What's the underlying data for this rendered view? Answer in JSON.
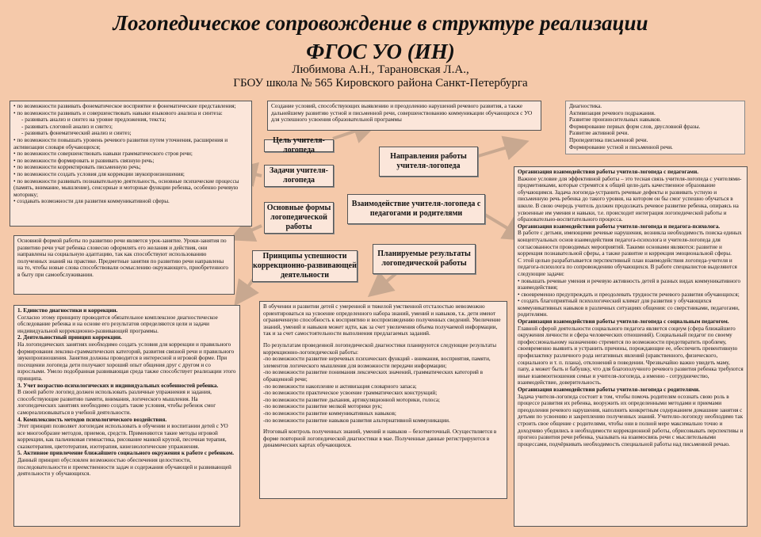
{
  "header": {
    "title_line1": "Логопедическое сопровождение в структуре реализации",
    "title_line2": "ФГОС УО (ИН)",
    "authors": "Любимова А.Н., Тарановская Л.А.,",
    "school": "ГБОУ школа № 565 Кировского района Санкт-Петербурга"
  },
  "labels": {
    "goal": "Цель учителя-логопеда",
    "tasks": "Задачи учителя-логопеда",
    "forms": "Основные формы логопедической работы",
    "principles": "Принципы успешности коррекционно-развивающей деятельности",
    "directions": "Направления работы учителя-логопеда",
    "interaction": "Взаимодействие учителя-логопеда с педагогами и родителями",
    "results": "Планируемые результаты логопедической работы"
  },
  "tasks_box": [
    {
      "t": "по возможности развивать фонематическое восприятие и фонематические представления;",
      "c": "bul"
    },
    {
      "t": "по возможности развивать и совершенствовать навыки языкового анализа и синтеза:",
      "c": "bul"
    },
    {
      "t": "- развивать анализ и синтез на уровне предложения, текста;",
      "c": "ind"
    },
    {
      "t": "- развивать слоговой анализ и синтез;",
      "c": "ind"
    },
    {
      "t": "- развивать фонематический анализ и синтез;",
      "c": "ind"
    },
    {
      "t": "по возможности повышать уровень речевого развития путем уточнения, расширения и активизации словаря обучающихся;",
      "c": "bul"
    },
    {
      "t": "по возможности совершенствовать навыки грамматического строя речи;",
      "c": "bul"
    },
    {
      "t": "по возможности формировать и развивать связную речь;",
      "c": "bul"
    },
    {
      "t": "по возможности корректировать письменную речь;",
      "c": "bul"
    },
    {
      "t": "по возможности создать условия для коррекции звукопроизношения;",
      "c": "bul"
    },
    {
      "t": "по возможности развивать познавательную деятельность, основные психические процессы (память, внимание, мышление), сенсорные и моторные функции ребенка, особенно речевую моторику;",
      "c": "bul"
    },
    {
      "t": "создавать возможности для развития коммуникативной сферы.",
      "c": "bul"
    }
  ],
  "goal_box": "Создание условий, способствующих выявлению и преодолению нарушений речевого развития, а также дальнейшему развитию устной и письменной речи, совершенствованию коммуникации обучающихся с УО для успешного усвоения образовательной программы",
  "directions_box": [
    "Диагностика.",
    "Активизация речевого подражания.",
    "Развитие произносительных навыков.",
    "Формирование первых форм слов, двусловной фразы.",
    "Развитие активной речи.",
    "Пропедевтика письменной речи.",
    "Формирование устной и письменной речи."
  ],
  "forms_box": "Основной формой работы по развитию речи является урок-занятие. Уроки-занятия по развитию речи учат ребенка словесно оформлять его желания и действия, они направлены на социальную адаптацию, так как способствуют использованию полученных знаний на практике. Предметные занятия по развитию речи направлены на то, чтобы новые слова способствовали осмыслению окружающего, приобретенного в быту при самообслуживании.",
  "principles_box": [
    {
      "t": "1. Единство диагностики и коррекции.",
      "c": "h"
    },
    {
      "t": "Согласно этому принципу проводится обязательное комплексное диагностическое обследование ребенка и на основе его результатов определяются цели и задачи индивидуальной коррекционно-развивающей программы.",
      "c": ""
    },
    {
      "t": "2. Деятельностный принцип коррекции.",
      "c": "h"
    },
    {
      "t": "На логопедических занятиях необходимо создать условия для коррекции и правильного формирования лексико-грамматических категорий, развития связной речи и правильного звукопроизношения. Занятия должны проводится в интересной и игровой форме. При посещении логопеда дети получают хороший опыт общения друг с другом и со взрослыми. Умело подобранная развивающая среда также способствует реализации этого принципа.",
      "c": ""
    },
    {
      "t": "3. Учет возрастно-психологических и индивидуальных особенностей ребенка.",
      "c": "h"
    },
    {
      "t": "В своей работе логопед должен использовать различные упражнения и задания, способствующие развитию памяти, внимания, логического мышления. На логопедических занятиях необходимо создать такие условия, чтобы ребенок смог самореализовываться в учебной деятельности.",
      "c": ""
    },
    {
      "t": "4. Комплексность методов психологического воздействия.",
      "c": "h"
    },
    {
      "t": "Этот принцип позволяет логопедам использовать в обучении и воспитании детей с УО все многообразие методов, приемов, средств. Применяются такие методы игровой коррекции, как пальчиковая гимнастика, рисование манкой крупой, песочная терапия, сказкотерапия, цветотерапия, изотерапия, кинезиологические упражнения.",
      "c": ""
    },
    {
      "t": "5. Активное привлечение ближайшего социального окружения к работе с ребенком.",
      "c": "h"
    },
    {
      "t": "Данный принцип обусловлен возможностью обеспечения целостности, последовательности и преемственности задач и содержания обучающей и развивающей деятельности у обучающихся.",
      "c": ""
    }
  ],
  "results_box": [
    "В обучении и развитии детей с умеренной и тяжелой умственной отсталостью невозможно ориентироваться на усвоение определенного набора знаний, умений и навыков, т.к. дети имеют ограниченную способность к восприятию и воспроизведению полученных сведений. Увеличение знаний, умений и навыков может идти, как за счет увеличения объема получаемой информации, так и за счет самостоятельности выполнения предлагаемых заданий.",
    "",
    "По результатам проведенной логопедической диагностики планируются следующие результаты коррекционно-логопедической работы:",
    "-по возможности развитие неречевых психических функций - внимания, восприятия, памяти, элементов логического мышления для возможности передачи информации;",
    "-по возможности развитие понимания лексических значений, грамматических категорий в обращенной речи;",
    "-по возможности накопление и активизация словарного запаса;",
    "-по возможности практическое усвоение грамматических конструкций;",
    "-по возможности развитие дыхания, артикуляционной моторики, голоса;",
    "-по возможности развитие мелкой моторики рук;",
    "-по возможности развитие коммуникативных навыков;",
    "-по возможности развитие навыков развития альтернативной коммуникации.",
    "",
    "Итоговый контроль полученных знаний, умений и навыков – безотметочный. Осуществляется в форме повторной логопедической диагностики в мае. Полученные данные регистрируются в динамических картах обучающихся."
  ],
  "interaction_box": [
    {
      "t": "Организация взаимодействия работы учителя-логопеда с педагогами.",
      "c": "h"
    },
    {
      "t": "Важное условие для эффективной работы – это тесная связь учителя-логопеда с учителями-предметниками, которые стремятся к общей цели-дать качественное образование обучающимся. Задача логопеда-устранить речевые дефекты и развивать устную и письменную речь ребенка до такого уровня, на котором он бы смог успешно обучаться в школе. В свою очередь учитель должен продолжать речевое развитие ребенка, опираясь на усвоенные им умения и навыки, т.е. происходит интеграция логопедической работы и образовательно-воспитательного процесса.",
      "c": ""
    },
    {
      "t": "Организация взаимодействия работы учителя-логопеда и педагога-психолога.",
      "c": "h"
    },
    {
      "t": "В работе с детьми, имеющими речевые нарушения, возникла необходимость поиска единых концептуальных основ взаимодействия педагога-психолога и учителя-логопеда для согласованности проводимых мероприятий. Такими основами являются: развитие и коррекция познавательной сферы, а также развитие и коррекция эмоциональной сферы.",
      "c": ""
    },
    {
      "t": "С этой целью разрабатывается перспективный план взаимодействия логопеда-учителя и педагога-психолога по сопровождению обучающихся. В работе специалистов выделяются следующие задачи:",
      "c": ""
    },
    {
      "t": "повышать речевые умения и речевую активность детей в разных видах коммуникативного взаимодействия;",
      "c": "bul"
    },
    {
      "t": "своевременно предупреждать и преодолевать трудности речевого развития обучающихся;",
      "c": "bul"
    },
    {
      "t": "создать благоприятный психологический климат для развития у обучающихся коммуникативных навыков в различных ситуациях общения: со сверстниками, педагогами, родителями.",
      "c": "bul"
    },
    {
      "t": "Организация взаимодействия работы учителя-логопеда с социальным педагогом.",
      "c": "h"
    },
    {
      "t": "Главной сферой деятельности социального педагога является социум (сфера ближайшего окружения личности и сфера человеческих отношений). Социальный педагог по своему профессиональному назначению стремится по возможности предотвратить проблему, своевременно выявить и устранить причины, порождающие ее, обеспечить превентивную профилактику различного рода негативных явлений (нравственного, физического, социального и т. п. плана), отклонений в поведении. Чрезвычайно важно увидеть маму, папу, а может быть и бабушку, что для благополучного речевого развития ребенка требуются иные взаимоотношения семьи и учителя-логопеда, а именно - сотрудничество, взаимодействие, доверительность.",
      "c": ""
    },
    {
      "t": "Организация взаимодействия работы учителя-логопеда с родителями.",
      "c": "h"
    },
    {
      "t": "Задача учителя-логопеда состоит в том, чтобы помочь родителям осознать свою роль в процессе развития их ребенка, вооружить их определенными методами и приемами преодоления речевого нарушения, наполнить конкретным содержанием домашние занятия с детьми по усвоению и закреплению полученных знаний. Учителю-логопеду необходимо так строить свое общение с родителями, чтобы они в полной мере максимально точно и доходчиво убедились в необходимости коррекционной работы, обрисовывать перспективы и прогноз развития речи ребенка, указывать на взаимосвязь речи с мыслительными процессами, подчёркивать необходимость специальной работы над письменной речью.",
      "c": ""
    }
  ]
}
